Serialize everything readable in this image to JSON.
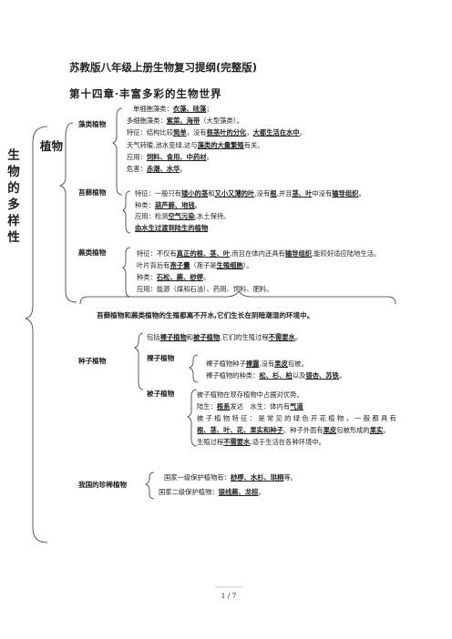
{
  "doc_title": "苏教版八年级上册生物复习提纲(完整版)",
  "chapter": "第十四章·丰富多彩的生物世界",
  "side_label": [
    "生",
    "物",
    "的",
    "多",
    "样",
    "性"
  ],
  "plants_label": "植物",
  "algae": {
    "heading": "藻类植物",
    "l1": [
      "单细胞藻类：",
      "衣藻、硅藻",
      "；"
    ],
    "l2": [
      "多细胞藻类：",
      "紫菜、海带",
      "（大型藻类）。"
    ],
    "l3": [
      "特征：结构比较",
      "简单",
      "，没有",
      "根茎叶的分化",
      "，",
      "大都生活在水中",
      "。"
    ],
    "l4": [
      "天气转暖,池水变绿,这与",
      "藻类的大量繁殖",
      "有关。"
    ],
    "l5": [
      "应用：",
      "饲料、食用、中药材",
      "。"
    ],
    "l6": [
      "危害：",
      "赤潮、水华",
      "。"
    ]
  },
  "moss": {
    "heading": "苔藓植物",
    "l1": [
      "特征：一般只有",
      "矮小的茎",
      "和",
      "又小又薄的叶",
      ",没有",
      "根",
      ",并且",
      "茎、叶",
      "中没有",
      "输导组织",
      "。"
    ],
    "l2": [
      "种类：",
      "葫芦藓、地钱",
      "。"
    ],
    "l3": [
      "应用：检测",
      "空气污染",
      ",水土保持。"
    ],
    "l4": "由水生过渡到陆生的植物"
  },
  "fern": {
    "heading": "蕨类植物",
    "l1": [
      "特征：不仅有",
      "真正的根、茎、叶",
      ",而且在体内还具有",
      "输导组织",
      ",能较好适应陆地生活。"
    ],
    "l2": [
      "叶片背后有",
      "孢子囊",
      "（孢子是",
      "生殖细胞",
      "）。"
    ],
    "l3": [
      "种类：",
      "石松、蕨、桫椤",
      "。"
    ],
    "l4": "应用：能源（煤和石油）、药用、饲料、肥料。"
  },
  "moss_fern_note": "苔藓植物和蕨类植物的生殖都离不开水,它们生长在阴暗潮湿的环境中。",
  "seed": {
    "heading": "种子植物",
    "intro": [
      "包括",
      "裸子植物",
      "和",
      "被子植物",
      ",它们的生殖过程",
      "不需要水",
      "。"
    ],
    "gymno": {
      "heading": "裸子植物",
      "l1": [
        "裸子植物种子",
        "裸露",
        ",没有",
        "果皮",
        "包被。"
      ],
      "l2": [
        "裸子植物的种类：",
        "松、杉、柏",
        "以及",
        "银杏、苏铁",
        "。"
      ]
    },
    "angio": {
      "heading": "被子植物",
      "l1": "被子植物在现存植物中占据对优势。",
      "l2": [
        "陆生：",
        "根系",
        "发达　水生：体内有",
        "气道"
      ],
      "l3": [
        "被 子 植 物 特 征 ： 是 常 见 的 绿 色 开 花 植 物 ， 一 般 都 具 有"
      ],
      "l4": [
        "根、茎、叶、花、果实和种子",
        "。种子外面有",
        "果皮",
        "包被形成的",
        "果实",
        "。"
      ],
      "l5": [
        "生殖过程",
        "不需要水",
        ",适于生活在各种环境中。"
      ]
    }
  },
  "rare": {
    "heading": "我国的珍稀植物",
    "l1": [
      "国家一级保护植物有：",
      "桫椤、水杉、珙桐",
      "等。"
    ],
    "l2": [
      "国家二级保护植物：",
      "银线蕨、龙棕",
      "。"
    ]
  },
  "page_num": "1 / 7"
}
